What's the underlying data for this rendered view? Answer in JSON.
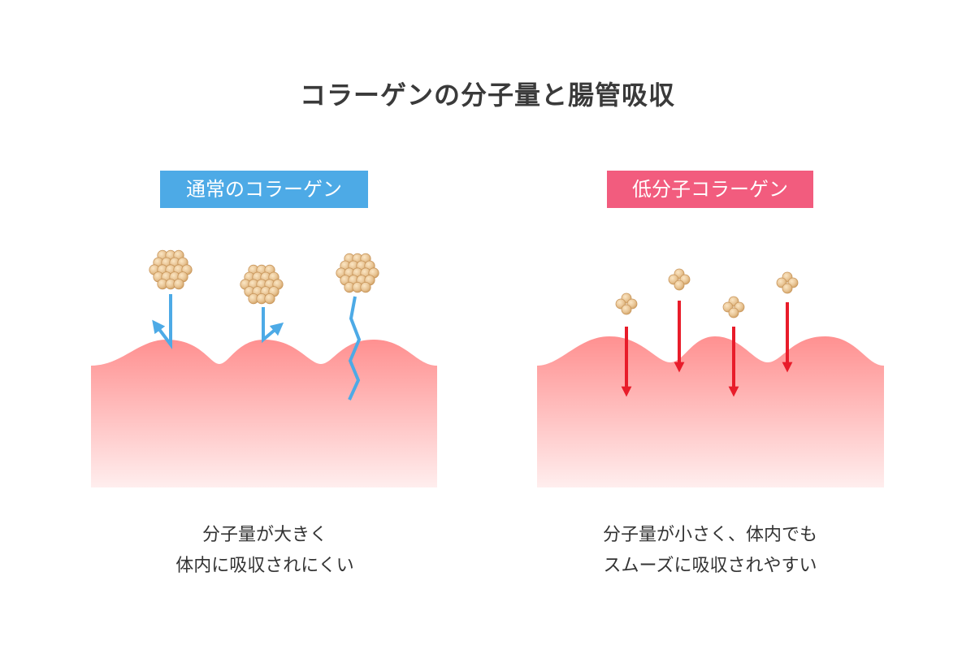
{
  "title": "コラーゲンの分子量と腸管吸収",
  "panels": [
    {
      "label": "通常のコラーゲン",
      "caption": [
        "分子量が大きく",
        "体内に吸収されにくい"
      ]
    },
    {
      "label": "低分子コラーゲン",
      "caption": [
        "分子量が小さく、体内でも",
        "スムーズに吸収されやすい"
      ]
    }
  ],
  "colors": {
    "left_badge": "#4daae6",
    "right_badge": "#f25c7e",
    "blocked_arrow": "#4daae6",
    "absorbed_arrow": "#e81c2a",
    "tissue_top": "#ff9090",
    "tissue_bottom": "#ffeeee",
    "molecule": "#e8c494"
  }
}
